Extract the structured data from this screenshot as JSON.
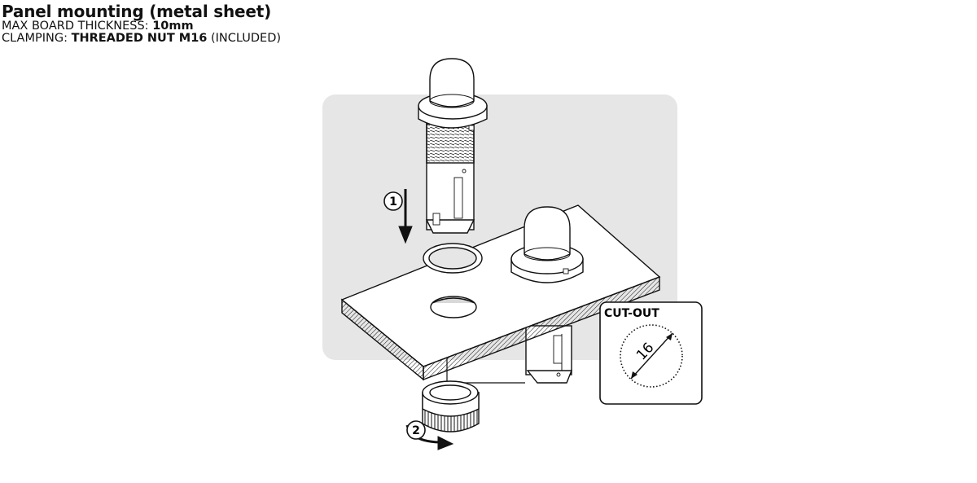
{
  "header": {
    "title": "Panel mounting (metal sheet)",
    "max_thickness_label": "MAX BOARD THICKNESS: ",
    "max_thickness_value": "10mm",
    "clamping_label": "CLAMPING: ",
    "clamping_value": "THREADED NUT M16",
    "clamping_suffix": " (INCLUDED)"
  },
  "diagram": {
    "step1": "1",
    "step2": "2",
    "cutout_title": "CUT-OUT",
    "cutout_diameter": "16"
  },
  "colors": {
    "background_panel": "#e6e6e6",
    "line": "#111111",
    "part_fill": "#ffffff"
  }
}
